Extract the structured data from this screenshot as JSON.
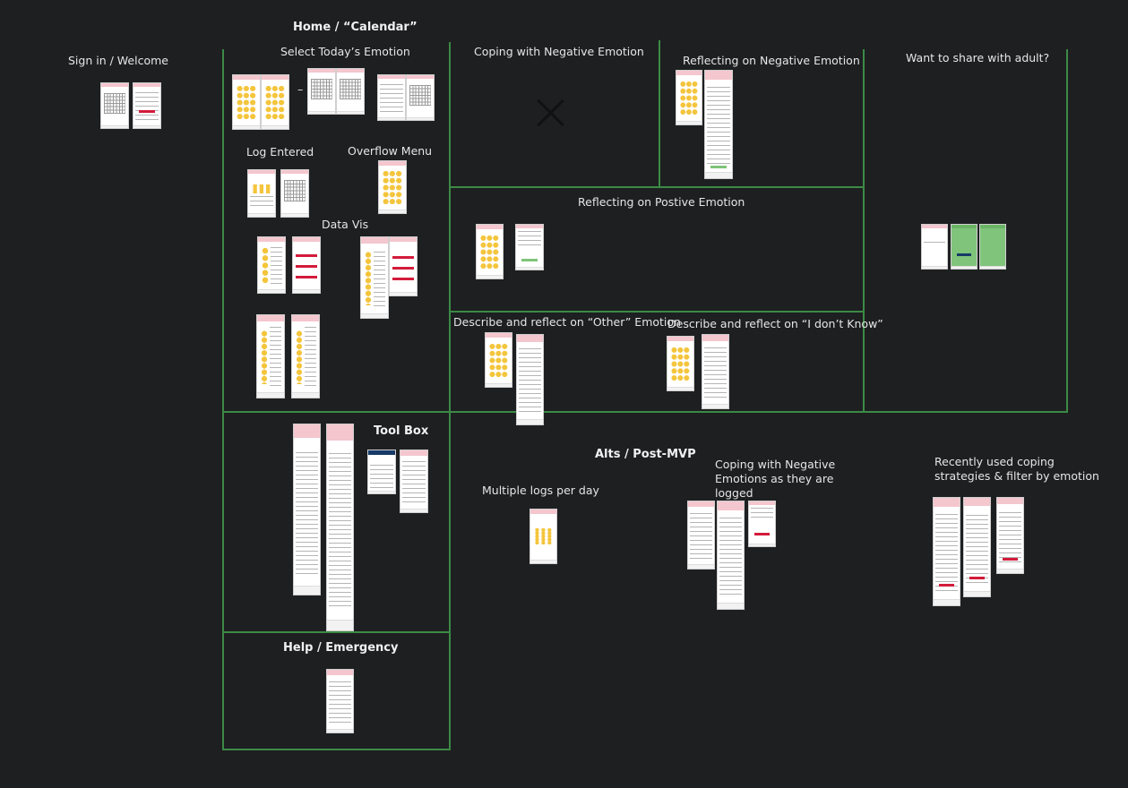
{
  "board": {
    "signin": "Sign in / Welcome",
    "home_calendar": "Home / “Calendar”",
    "select_emotion": "Select Today’s Emotion",
    "log_entered": "Log Entered",
    "overflow_menu": "Overflow Menu",
    "data_vis": "Data Vis",
    "tool_box": "Tool Box",
    "help_emergency": "Help / Emergency",
    "coping_negative": "Coping with Negative Emotion",
    "reflecting_negative": "Reflecting on Negative Emotion",
    "want_share": "Want to share with adult?",
    "reflecting_positive": "Reflecting on Postive Emotion",
    "describe_other": "Describe and reflect on “Other” Emotion",
    "describe_dontknow": "Describe and reflect on “I don’t Know”",
    "alts_post_mvp": "Alts / Post-MVP",
    "multiple_logs": "Multiple logs per day",
    "coping_logged": "Coping with Negative Emotions as they are logged",
    "recently_used": "Recently used coping strategies & filter by emotion",
    "dash": "–"
  },
  "colors": {
    "background": "#1e1f21",
    "frame_border": "#3c8a45",
    "accent_red": "#d31b3a",
    "header_pink": "#f4c6ce",
    "emoji_yellow": "#f4c53c"
  }
}
